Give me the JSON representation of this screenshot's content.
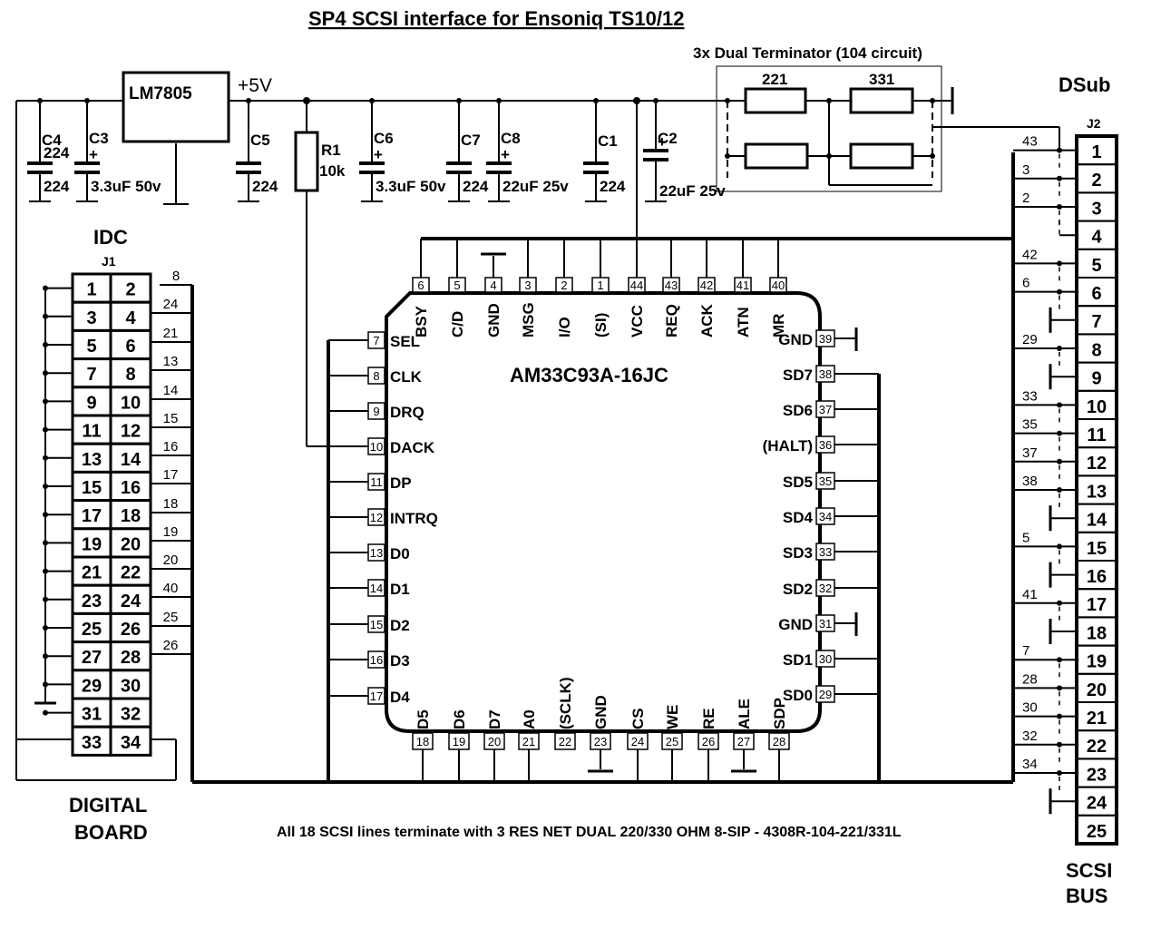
{
  "title": "SP4 SCSI interface for Ensoniq TS10/12",
  "regulator": {
    "name": "LM7805",
    "out": "+5V"
  },
  "terminator": {
    "title": "3x Dual Terminator (104 circuit)",
    "r1": "221",
    "r2": "331"
  },
  "resistor": {
    "name": "R1",
    "value": "10k"
  },
  "capacitors": [
    {
      "name": "C4",
      "v1": "224",
      "v2": "224",
      "polar": false
    },
    {
      "name": "C3",
      "v1": "3.3uF 50v",
      "polar": true
    },
    {
      "name": "C5",
      "v1": "224",
      "polar": false
    },
    {
      "name": "C6",
      "v1": "3.3uF 50v",
      "polar": true
    },
    {
      "name": "C7",
      "v1": "224",
      "polar": false
    },
    {
      "name": "C8",
      "v1": "22uF 25v",
      "polar": true
    },
    {
      "name": "C1",
      "v1": "224",
      "polar": false
    },
    {
      "name": "C2",
      "v1": "22uF 25v",
      "polar": true
    }
  ],
  "idc": {
    "title": "IDC",
    "ref": "J1",
    "wires": [
      "8",
      "24",
      "21",
      "13",
      "14",
      "15",
      "16",
      "17",
      "18",
      "19",
      "20",
      "40",
      "25",
      "26"
    ]
  },
  "dsub": {
    "title": "DSub",
    "ref": "J2",
    "wires": [
      {
        "pin": 1,
        "label": "43"
      },
      {
        "pin": 2,
        "label": "3"
      },
      {
        "pin": 3,
        "label": "2"
      },
      {
        "pin": 5,
        "label": "42"
      },
      {
        "pin": 6,
        "label": "6"
      },
      {
        "pin": 8,
        "label": "29"
      },
      {
        "pin": 10,
        "label": "33"
      },
      {
        "pin": 11,
        "label": "35"
      },
      {
        "pin": 12,
        "label": "37"
      },
      {
        "pin": 13,
        "label": "38"
      },
      {
        "pin": 15,
        "label": "5"
      },
      {
        "pin": 17,
        "label": "41"
      },
      {
        "pin": 19,
        "label": "7"
      },
      {
        "pin": 20,
        "label": "28"
      },
      {
        "pin": 21,
        "label": "30"
      },
      {
        "pin": 22,
        "label": "32"
      },
      {
        "pin": 23,
        "label": "34"
      }
    ]
  },
  "chip": {
    "name": "AM33C93A-16JC",
    "top": [
      {
        "n": "6",
        "l": "BSY"
      },
      {
        "n": "5",
        "l": "C/D"
      },
      {
        "n": "4",
        "l": "GND"
      },
      {
        "n": "3",
        "l": "MSG"
      },
      {
        "n": "2",
        "l": "I/O"
      },
      {
        "n": "1",
        "l": "(SI)"
      },
      {
        "n": "44",
        "l": "VCC"
      },
      {
        "n": "43",
        "l": "REQ"
      },
      {
        "n": "42",
        "l": "ACK"
      },
      {
        "n": "41",
        "l": "ATN"
      },
      {
        "n": "40",
        "l": "MR"
      }
    ],
    "left": [
      {
        "n": "7",
        "l": "SEL"
      },
      {
        "n": "8",
        "l": "CLK"
      },
      {
        "n": "9",
        "l": "DRQ"
      },
      {
        "n": "10",
        "l": "DACK"
      },
      {
        "n": "11",
        "l": "DP"
      },
      {
        "n": "12",
        "l": "INTRQ"
      },
      {
        "n": "13",
        "l": "D0"
      },
      {
        "n": "14",
        "l": "D1"
      },
      {
        "n": "15",
        "l": "D2"
      },
      {
        "n": "16",
        "l": "D3"
      },
      {
        "n": "17",
        "l": "D4"
      }
    ],
    "right": [
      {
        "n": "39",
        "l": "GND"
      },
      {
        "n": "38",
        "l": "SD7"
      },
      {
        "n": "37",
        "l": "SD6"
      },
      {
        "n": "36",
        "l": "(HALT)"
      },
      {
        "n": "35",
        "l": "SD5"
      },
      {
        "n": "34",
        "l": "SD4"
      },
      {
        "n": "33",
        "l": "SD3"
      },
      {
        "n": "32",
        "l": "SD2"
      },
      {
        "n": "31",
        "l": "GND"
      },
      {
        "n": "30",
        "l": "SD1"
      },
      {
        "n": "29",
        "l": "SD0"
      }
    ],
    "bottom": [
      {
        "n": "18",
        "l": "D5"
      },
      {
        "n": "19",
        "l": "D6"
      },
      {
        "n": "20",
        "l": "D7"
      },
      {
        "n": "21",
        "l": "A0"
      },
      {
        "n": "22",
        "l": "(SCLK)"
      },
      {
        "n": "23",
        "l": "GND"
      },
      {
        "n": "24",
        "l": "CS"
      },
      {
        "n": "25",
        "l": "WE"
      },
      {
        "n": "26",
        "l": "RE"
      },
      {
        "n": "27",
        "l": "ALE"
      },
      {
        "n": "28",
        "l": "SDP"
      }
    ]
  },
  "labels": {
    "digital_board": "DIGITAL",
    "digital_board2": "BOARD",
    "scsi_bus": "SCSI",
    "scsi_bus2": "BUS",
    "note": "All 18 SCSI lines terminate   with 3  RES NET DUAL 220/330 OHM 8-SIP - 4308R-104-221/331L"
  }
}
